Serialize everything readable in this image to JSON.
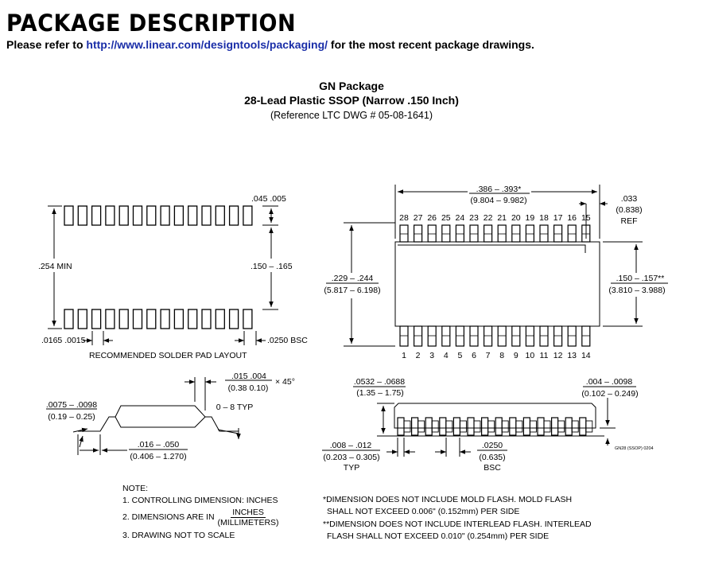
{
  "header": {
    "title": "PACKAGE DESCRIPTION",
    "refer_prefix": "Please refer to ",
    "refer_link": "http://www.linear.com/designtools/packaging/",
    "refer_suffix": " for the most recent package drawings."
  },
  "package": {
    "name": "GN Package",
    "description": "28-Lead Plastic SSOP (Narrow .150 Inch)",
    "reference": "(Reference LTC DWG # 05-08-1641)"
  },
  "pad_layout": {
    "pad_width": ".045 .005",
    "min_span": ".254 MIN",
    "pad_span": ".150 – .165",
    "pad_dims": ".0165 .0015",
    "pitch": ".0250 BSC",
    "caption": "RECOMMENDED SOLDER PAD LAYOUT"
  },
  "top_view": {
    "length_in": ".386 – .393*",
    "length_mm": "(9.804 – 9.982)",
    "ref_in": ".033",
    "ref_mm": "(0.838)",
    "ref_label": "REF",
    "width_in": ".229 – .244",
    "width_mm": "(5.817 – 6.198)",
    "body_in": ".150 – .157**",
    "body_mm": "(3.810 – 3.988)",
    "top_pins": [
      "28",
      "27",
      "26",
      "25",
      "24",
      "23",
      "22",
      "21",
      "20",
      "19",
      "18",
      "17",
      "16",
      "15"
    ],
    "bottom_pins": [
      "1",
      "2",
      "3",
      "4",
      "5",
      "6",
      "7",
      "8",
      "9",
      "10",
      "11",
      "12",
      "13",
      "14"
    ]
  },
  "side_view": {
    "chamfer_in": ".015 .004",
    "chamfer_mm": "(0.38 0.10)",
    "chamfer_angle": "× 45°",
    "lead_thk_in": ".0075 – .0098",
    "lead_thk_mm": "(0.19 – 0.25)",
    "angle": "0 – 8 TYP",
    "foot_in": ".016 – .050",
    "foot_mm": "(0.406 – 1.270)"
  },
  "end_view": {
    "height_in": ".0532 – .0688",
    "height_mm": "(1.35 – 1.75)",
    "standoff_in": ".004 – .0098",
    "standoff_mm": "(0.102 – 0.249)",
    "lead_w_in": ".008 – .012",
    "lead_w_mm": "(0.203 – 0.305)",
    "lead_w_label": "TYP",
    "pitch_in": ".0250",
    "pitch_mm": "(0.635)",
    "pitch_label": "BSC",
    "code": "GN28 (SSOP) 0204"
  },
  "notes": {
    "heading": "NOTE:",
    "n1": "1. CONTROLLING DIMENSION: INCHES",
    "n2_prefix": "2. DIMENSIONS ARE IN",
    "n2_num": "INCHES",
    "n2_den": "(MILLIMETERS)",
    "n3": "3. DRAWING NOT TO SCALE",
    "f1a": "*DIMENSION DOES NOT INCLUDE MOLD FLASH. MOLD FLASH",
    "f1b": "SHALL NOT EXCEED 0.006\" (0.152mm) PER SIDE",
    "f2a": "**DIMENSION DOES NOT INCLUDE INTERLEAD FLASH. INTERLEAD",
    "f2b": "FLASH SHALL NOT EXCEED 0.010\" (0.254mm) PER SIDE"
  }
}
